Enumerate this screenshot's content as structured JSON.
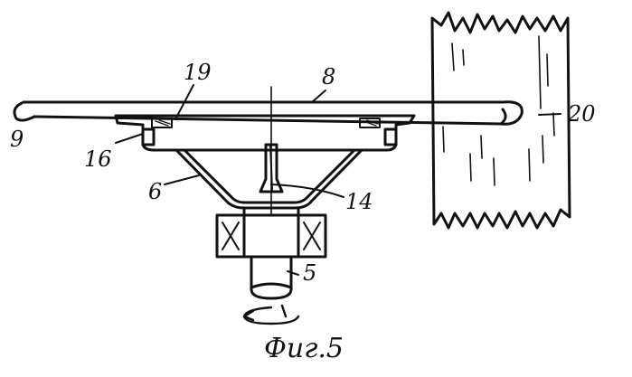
{
  "figure": {
    "caption": "Фиг.5",
    "labels": {
      "l19": "19",
      "l8": "8",
      "l20": "20",
      "l9": "9",
      "l16": "16",
      "l6": "6",
      "l14": "14",
      "l5": "5"
    }
  },
  "colors": {
    "ink": "#111111",
    "paper": "#ffffff"
  }
}
